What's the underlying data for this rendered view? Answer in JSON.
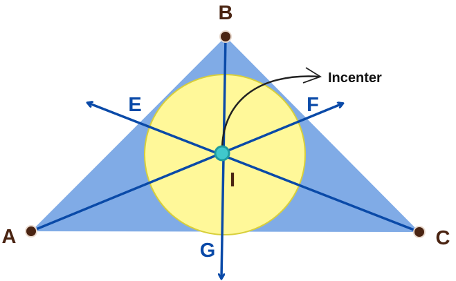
{
  "labels": {
    "A": "A",
    "B": "B",
    "C": "C",
    "E": "E",
    "F": "F",
    "G": "G",
    "I": "I",
    "incenter": "Incenter"
  },
  "colors": {
    "triangle": "#80abe6",
    "incircle": "#fff899",
    "incircle_stroke": "#d8cf3a",
    "bisector": "#0a4aa8",
    "vertex": "#4a2412",
    "incenter_point": "#40c8cc",
    "label_vertex": "#4a2412",
    "label_blue": "#0a4aa8"
  }
}
